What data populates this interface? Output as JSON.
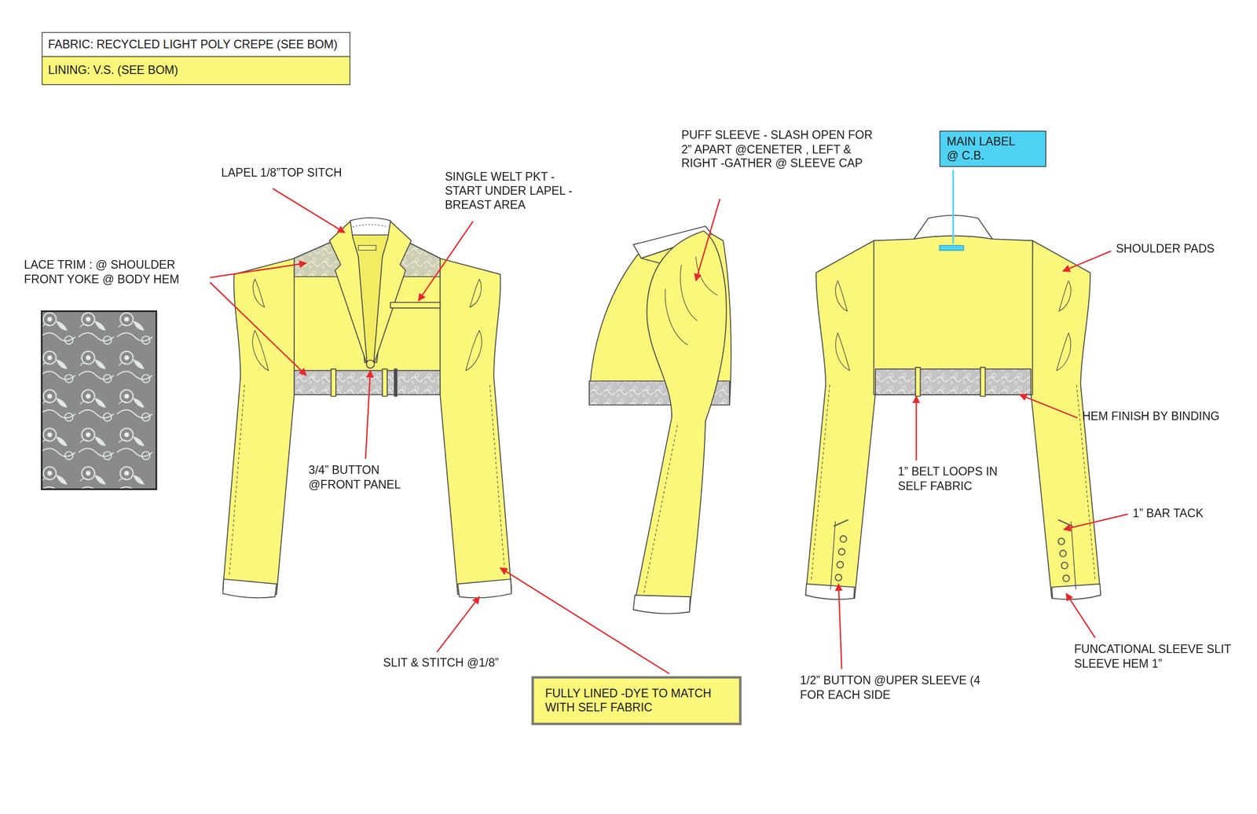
{
  "diagram": {
    "nodes": [
      {
        "text": [
          "FABRIC: RECYCLED LIGHT POLY CREPE (SEE BOM)"
        ]
      },
      {
        "text": [
          "LINING: V.S. (SEE BOM)"
        ]
      },
      {
        "text": [
          "MAIN LABEL @ C.B."
        ]
      },
      {
        "text": [
          "FULLY LINED -DYE TO MATCH WITH SELF FABRIC"
        ]
      }
    ],
    "labels": [
      "LAPEL 1/8”TOP SITCH",
      "SINGLE WELT PKT - START UNDER LAPEL - BREAST AREA",
      "LACE TRIM : @ SHOULDER FRONT YOKE @ BODY HEM",
      "PUFF SLEEVE - SLASH OPEN FOR 2” APART @CENETER , LEFT & RIGHT -GATHER @ SLEEVE CAP",
      "SHOULDER PADS",
      "HEM FINISH BY BINDING",
      "1” BELT LOOPS IN SELF FABRIC",
      "1” BAR TACK",
      "3/4” BUTTON @FRONT PANEL",
      "SLIT & STITCH @1/8”",
      "1/2” BUTTON @UPER SLEEVE (4 FOR EACH SIDE",
      "FUNCATIONAL SLEEVE SLIT SLEEVE HEM 1”"
    ]
  }
}
